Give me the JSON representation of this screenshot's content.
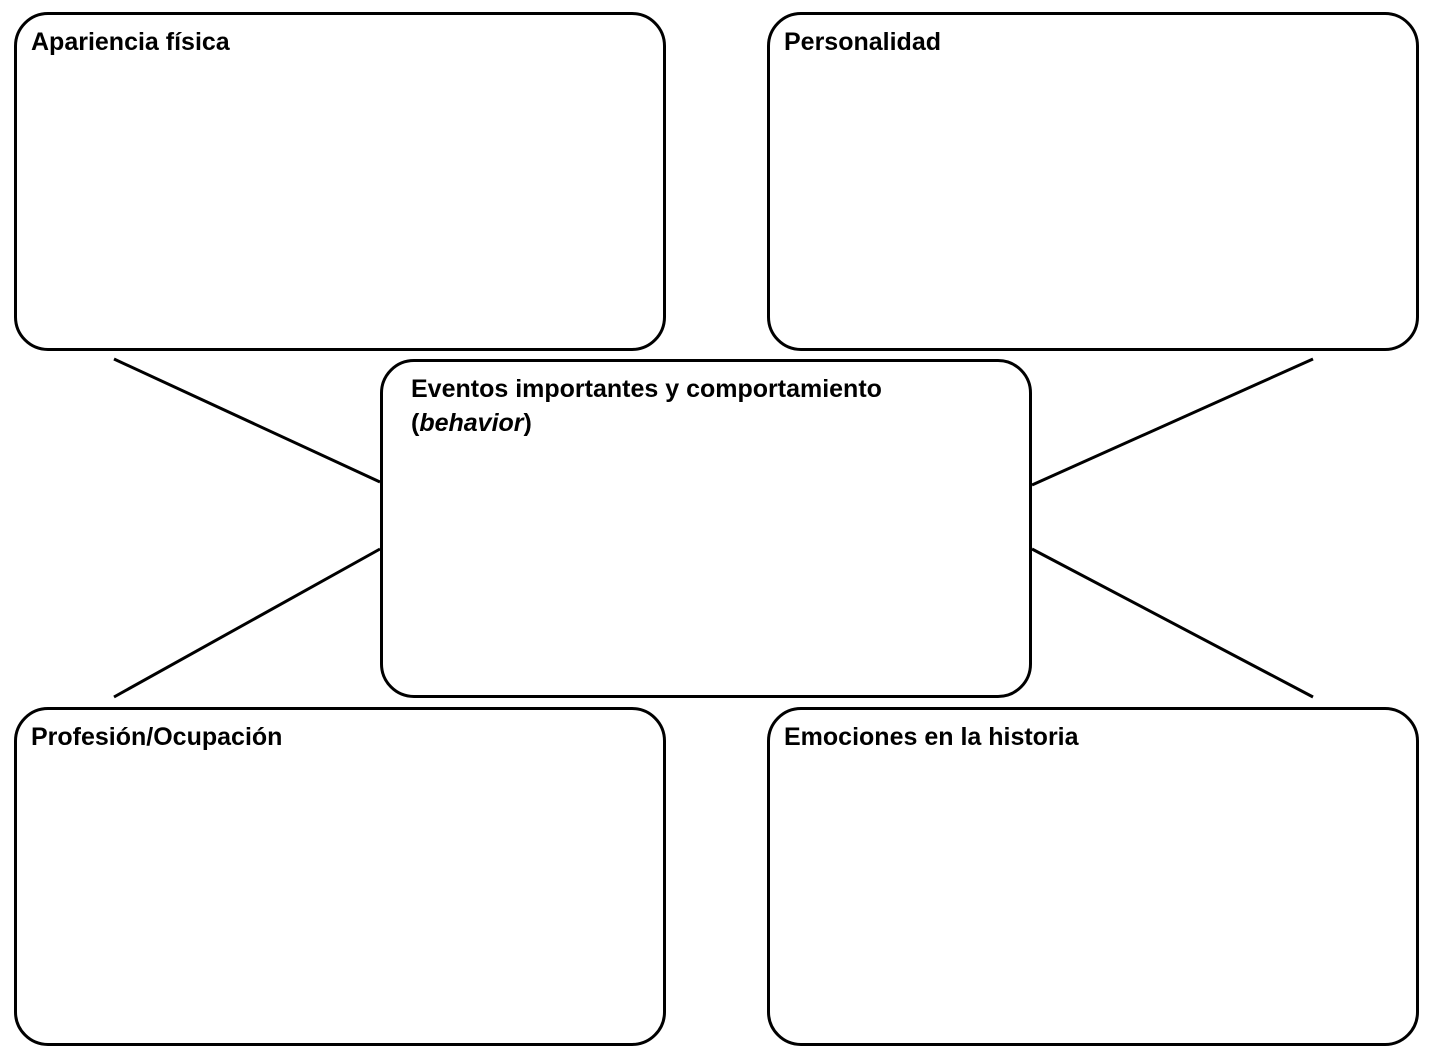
{
  "boxes": {
    "apariencia": {
      "title": "Apariencia física"
    },
    "personalidad": {
      "title": "Personalidad"
    },
    "eventos": {
      "title_line1": "Eventos importantes y comportamiento",
      "title_paren_open": "(",
      "title_italic": "behavior",
      "title_paren_close": ")"
    },
    "profesion": {
      "title": "Profesión/Ocupación"
    },
    "emociones": {
      "title": "Emociones en la historia"
    }
  },
  "colors": {
    "stroke": "#000000",
    "background": "#ffffff"
  }
}
